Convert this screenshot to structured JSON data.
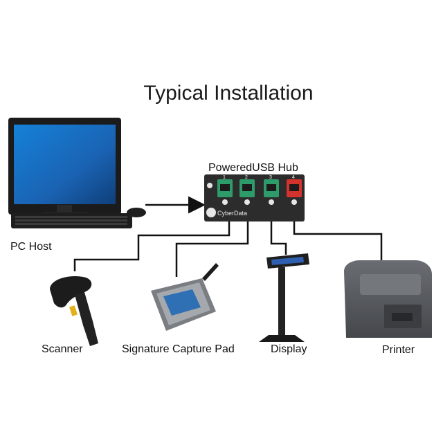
{
  "title": "Typical Installation",
  "hub": {
    "label": "PoweredUSB Hub",
    "brand": "CyberData",
    "port_numbers": [
      "1",
      "2",
      "3",
      "4"
    ]
  },
  "devices": {
    "pc_host": "PC Host",
    "scanner": "Scanner",
    "signature_pad": "Signature Capture Pad",
    "display": "Display",
    "printer": "Printer"
  },
  "colors": {
    "connector": "#111111",
    "hub_body": "#2c2c2c",
    "port_green": "#2e9b6a",
    "port_red": "#d4322c",
    "screen_blue": "#1d74c9",
    "printer_gray": "#5b5e63"
  }
}
